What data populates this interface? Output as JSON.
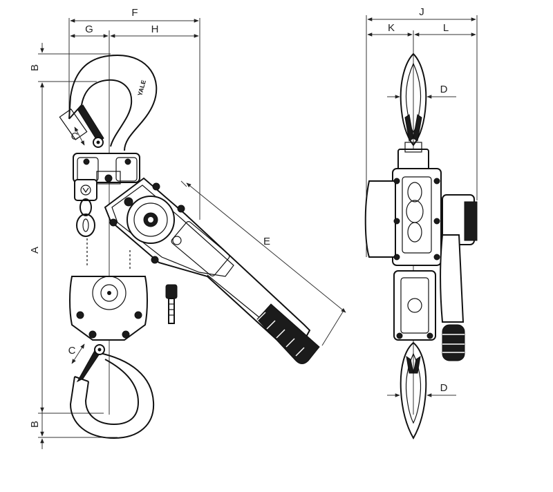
{
  "labels": {
    "A": "A",
    "B": "B",
    "C": "C",
    "D": "D",
    "E": "E",
    "F": "F",
    "G": "G",
    "H": "H",
    "J": "J",
    "K": "K",
    "L": "L"
  },
  "hook_marking": "YALE",
  "colors": {
    "line": "#111111",
    "grip": "#1b1b1b",
    "background": "#ffffff"
  }
}
